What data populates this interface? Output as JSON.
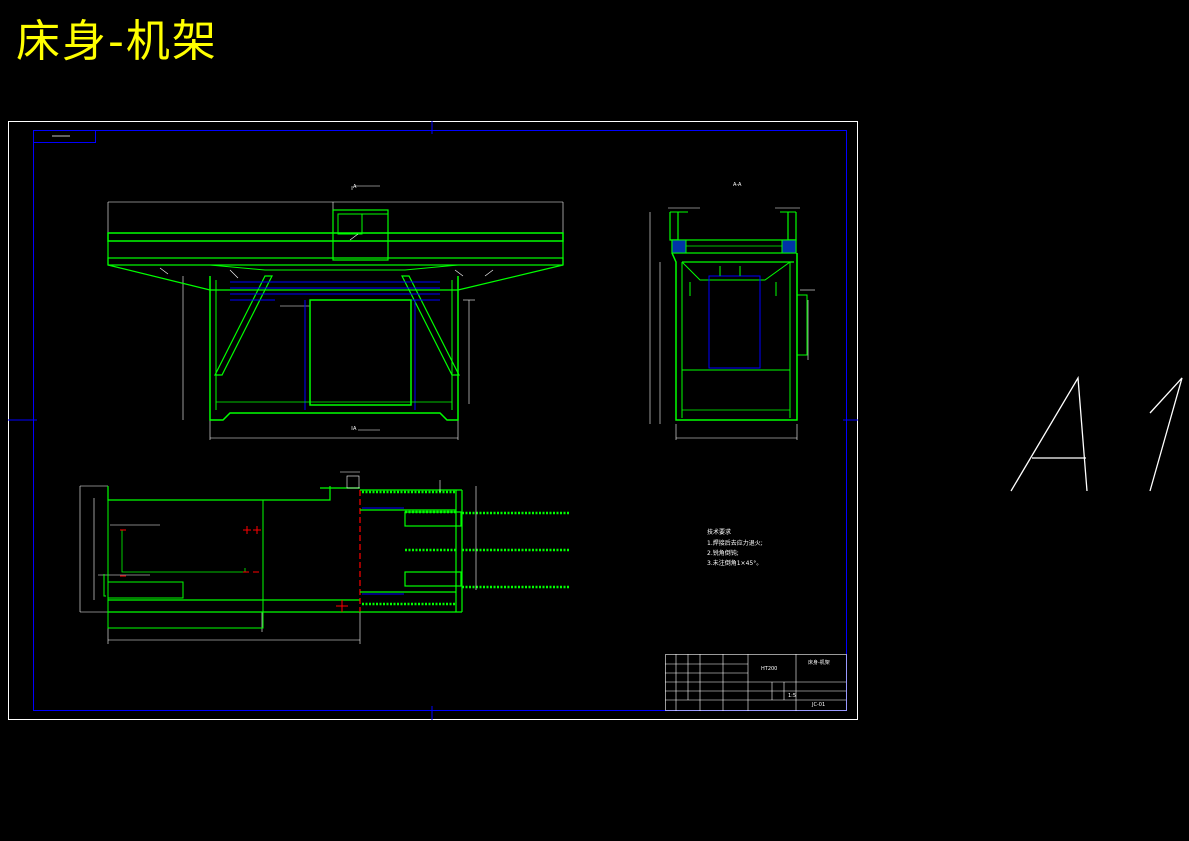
{
  "title": "床身-机架",
  "sheet_size_label": "A1",
  "section_label_a": "A",
  "section_view_label": "A-A",
  "tech_requirements": {
    "heading": "技术要求",
    "items": [
      "1.焊接后去应力退火;",
      "2.锐角倒钝;",
      "3.未注倒角1×45°。"
    ]
  },
  "title_block": {
    "material": "HT200",
    "drawing_name": "床身-机架",
    "scale": "1:5",
    "drawing_no": "JC-01"
  },
  "colors": {
    "background": "#000000",
    "title": "#ffff00",
    "frame": "#ffffff",
    "border": "#0000ff",
    "outline": "#00ff00",
    "hidden": "#0000ff",
    "centerline": "#ff0000",
    "dimension": "#ffffff"
  }
}
